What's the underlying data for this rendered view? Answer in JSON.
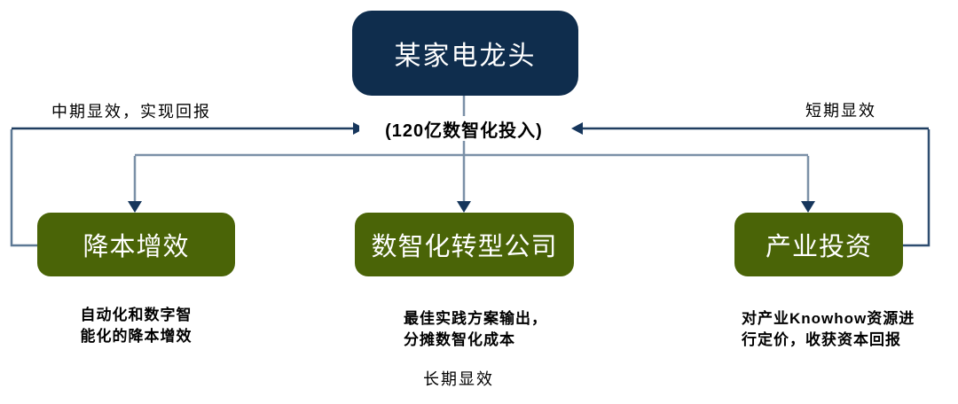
{
  "diagram": {
    "root_label": "某家电龙头",
    "investment_label": "(120亿数智化投入)",
    "edge_labels": {
      "mid_term": "中期显效，实现回报",
      "short_term": "短期显效",
      "long_term": "长期显效"
    },
    "children": [
      {
        "label": "降本增效",
        "desc": "自动化和数字智\n能化的降本增效"
      },
      {
        "label": "数智化转型公司",
        "desc": "最佳实践方案输出，\n分摊数智化成本"
      },
      {
        "label": "产业投资",
        "desc": "对产业Knowhow资源进\n行定价，收获资本回报"
      }
    ],
    "colors": {
      "root_fill": "#0f2d4d",
      "child_fill": "#4a6407",
      "arrow_dark": "#16365c",
      "line_dark": "#1f3d60",
      "line_light": "#7b90a7",
      "text_on_node": "#ffffff",
      "text_label": "#000000"
    }
  }
}
